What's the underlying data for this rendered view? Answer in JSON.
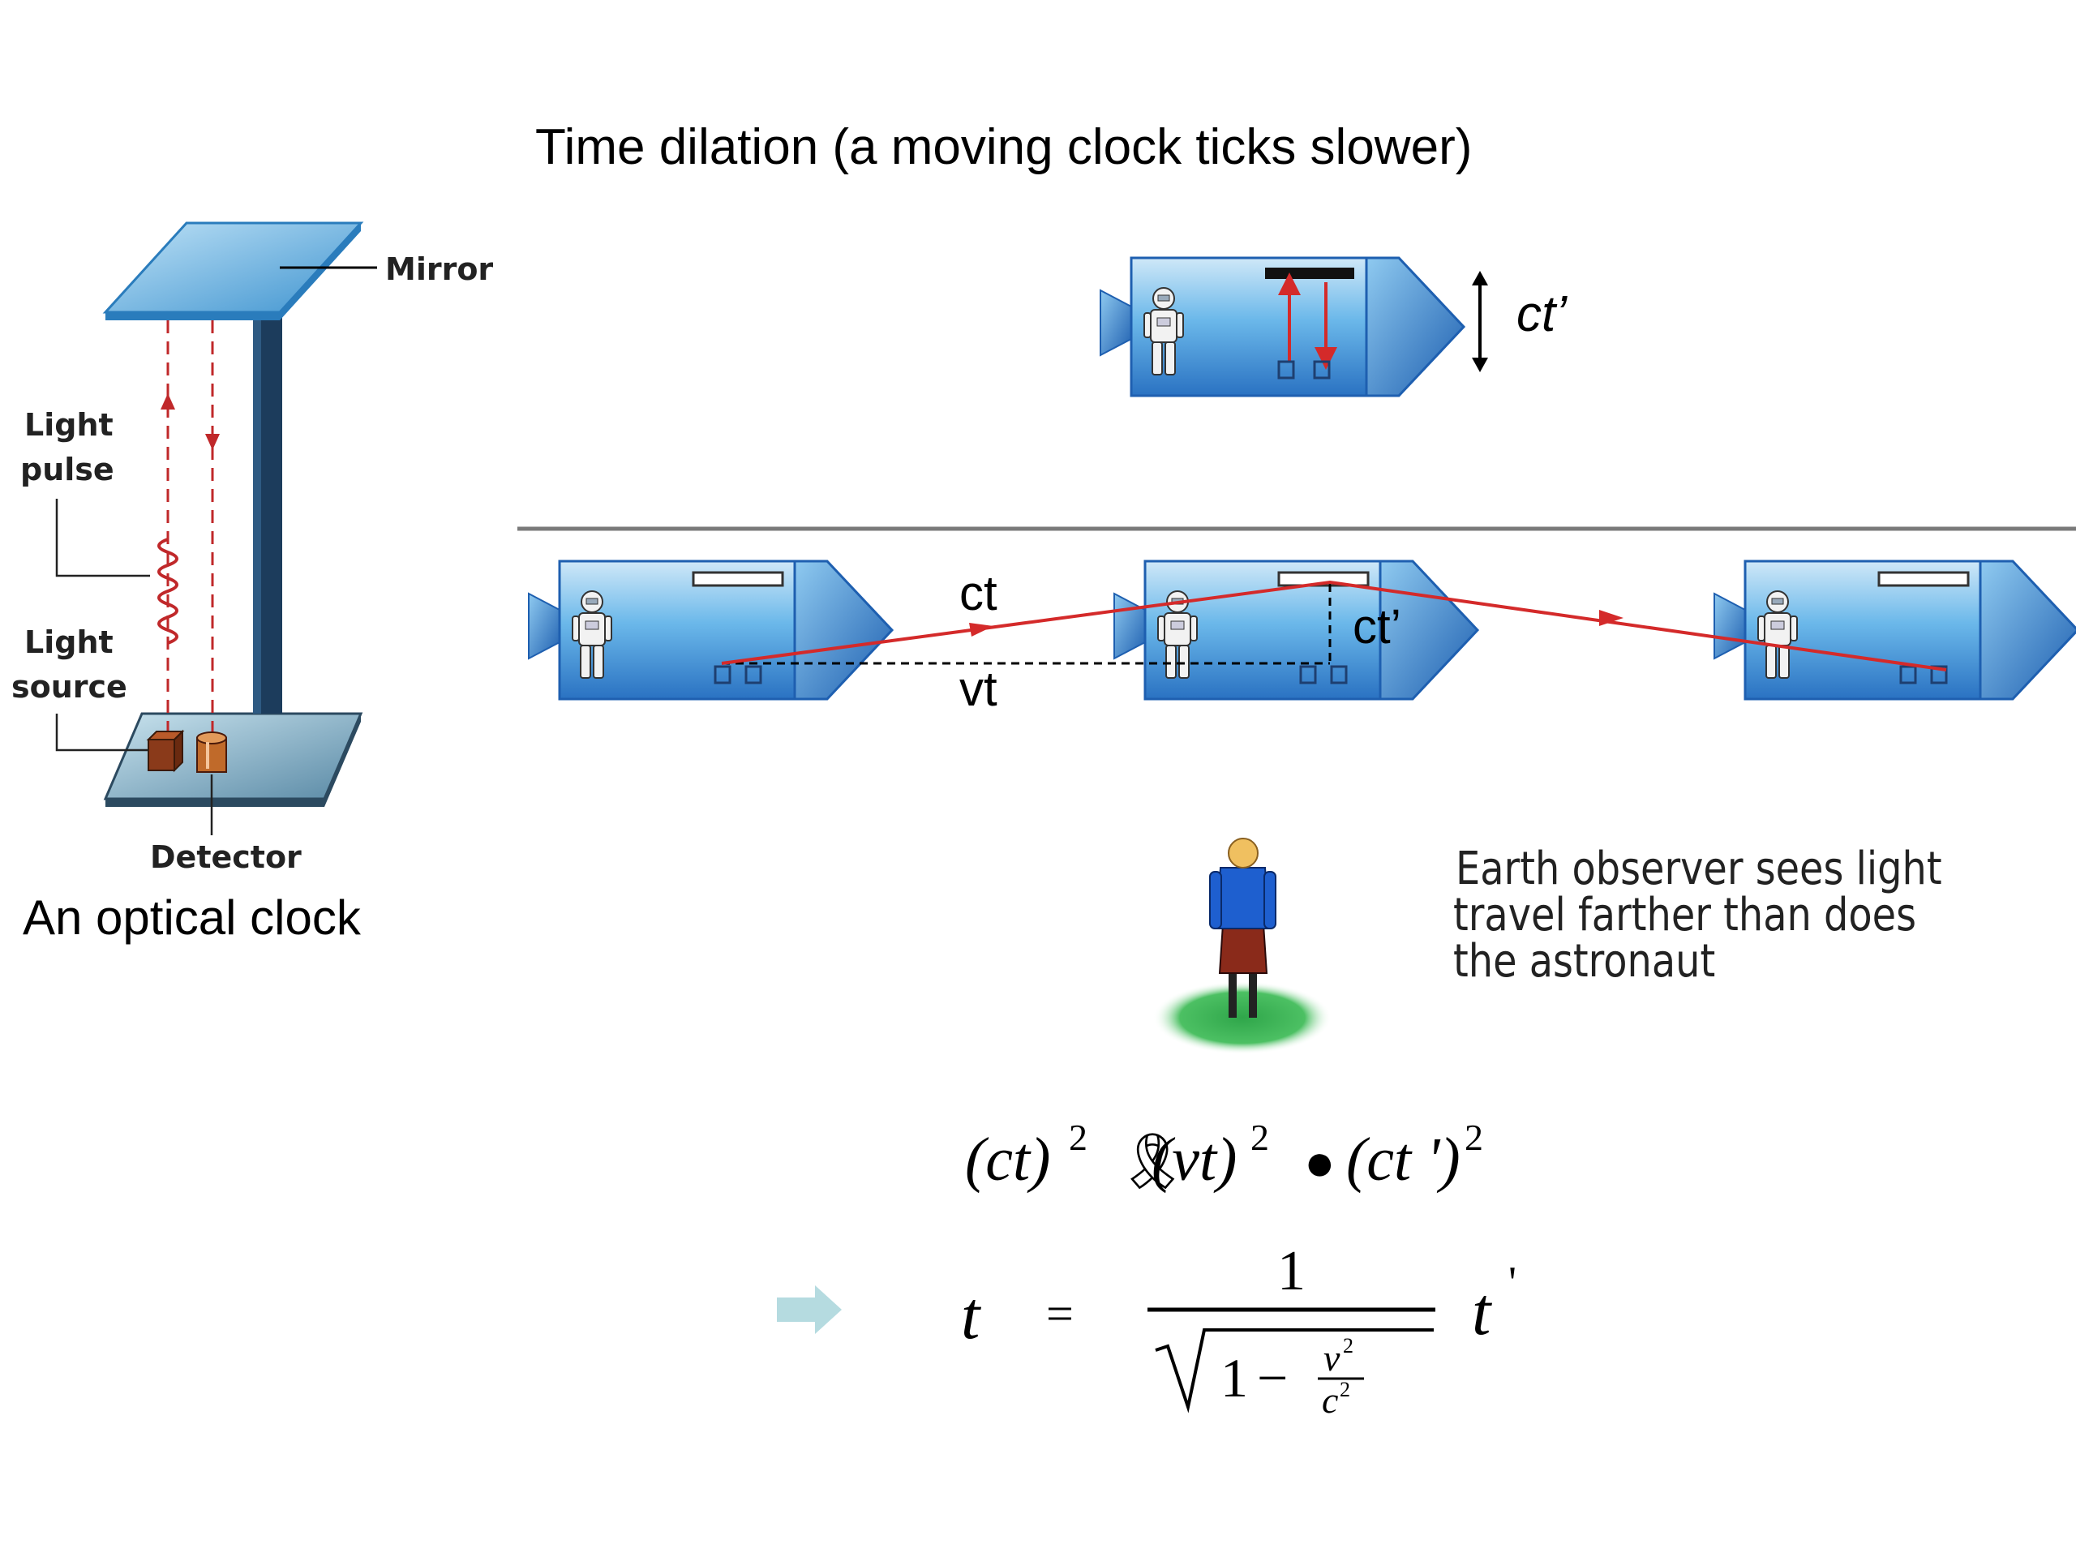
{
  "title": "Time dilation (a moving clock ticks slower)",
  "optical_clock": {
    "mirror_label": "Mirror",
    "light_pulse_label_line1": "Light",
    "light_pulse_label_line2": "pulse",
    "light_source_label_line1": "Light",
    "light_source_label_line2": "source",
    "detector_label": "Detector",
    "caption": "An optical clock"
  },
  "rocket_at_rest": {
    "height_label": "ct’"
  },
  "moving_rockets": {
    "hypotenuse_label": "ct",
    "base_label": "vt",
    "height_label": "ct’"
  },
  "observer": {
    "caption_line1": "Earth observer sees light",
    "caption_line2": "travel farther than does",
    "caption_line3": "the astronaut"
  },
  "equation": {
    "term1": "(ct)",
    "term1_exp": "2",
    "op1_glyph": "🎗",
    "term2": "(vt)",
    "term2_exp": "2",
    "op2_glyph": "●",
    "term3": "(ct ')",
    "term3_exp": "2"
  },
  "formula": {
    "lhs": "t",
    "equals": "=",
    "numerator": "1",
    "radicand_one": "1",
    "minus": "−",
    "v": "v",
    "v_exp": "2",
    "c": "c",
    "c_exp": "2",
    "rhs": "t",
    "rhs_prime": "'"
  },
  "colors": {
    "rocket_body": "#5aaee6",
    "rocket_dark": "#1e5fb0",
    "light_path": "#d42a2a",
    "mirror": "#5fb0e0",
    "pillar": "#1c3c5c",
    "ground": "#2fa64a",
    "arrow_accent": "#b5dbe0"
  }
}
